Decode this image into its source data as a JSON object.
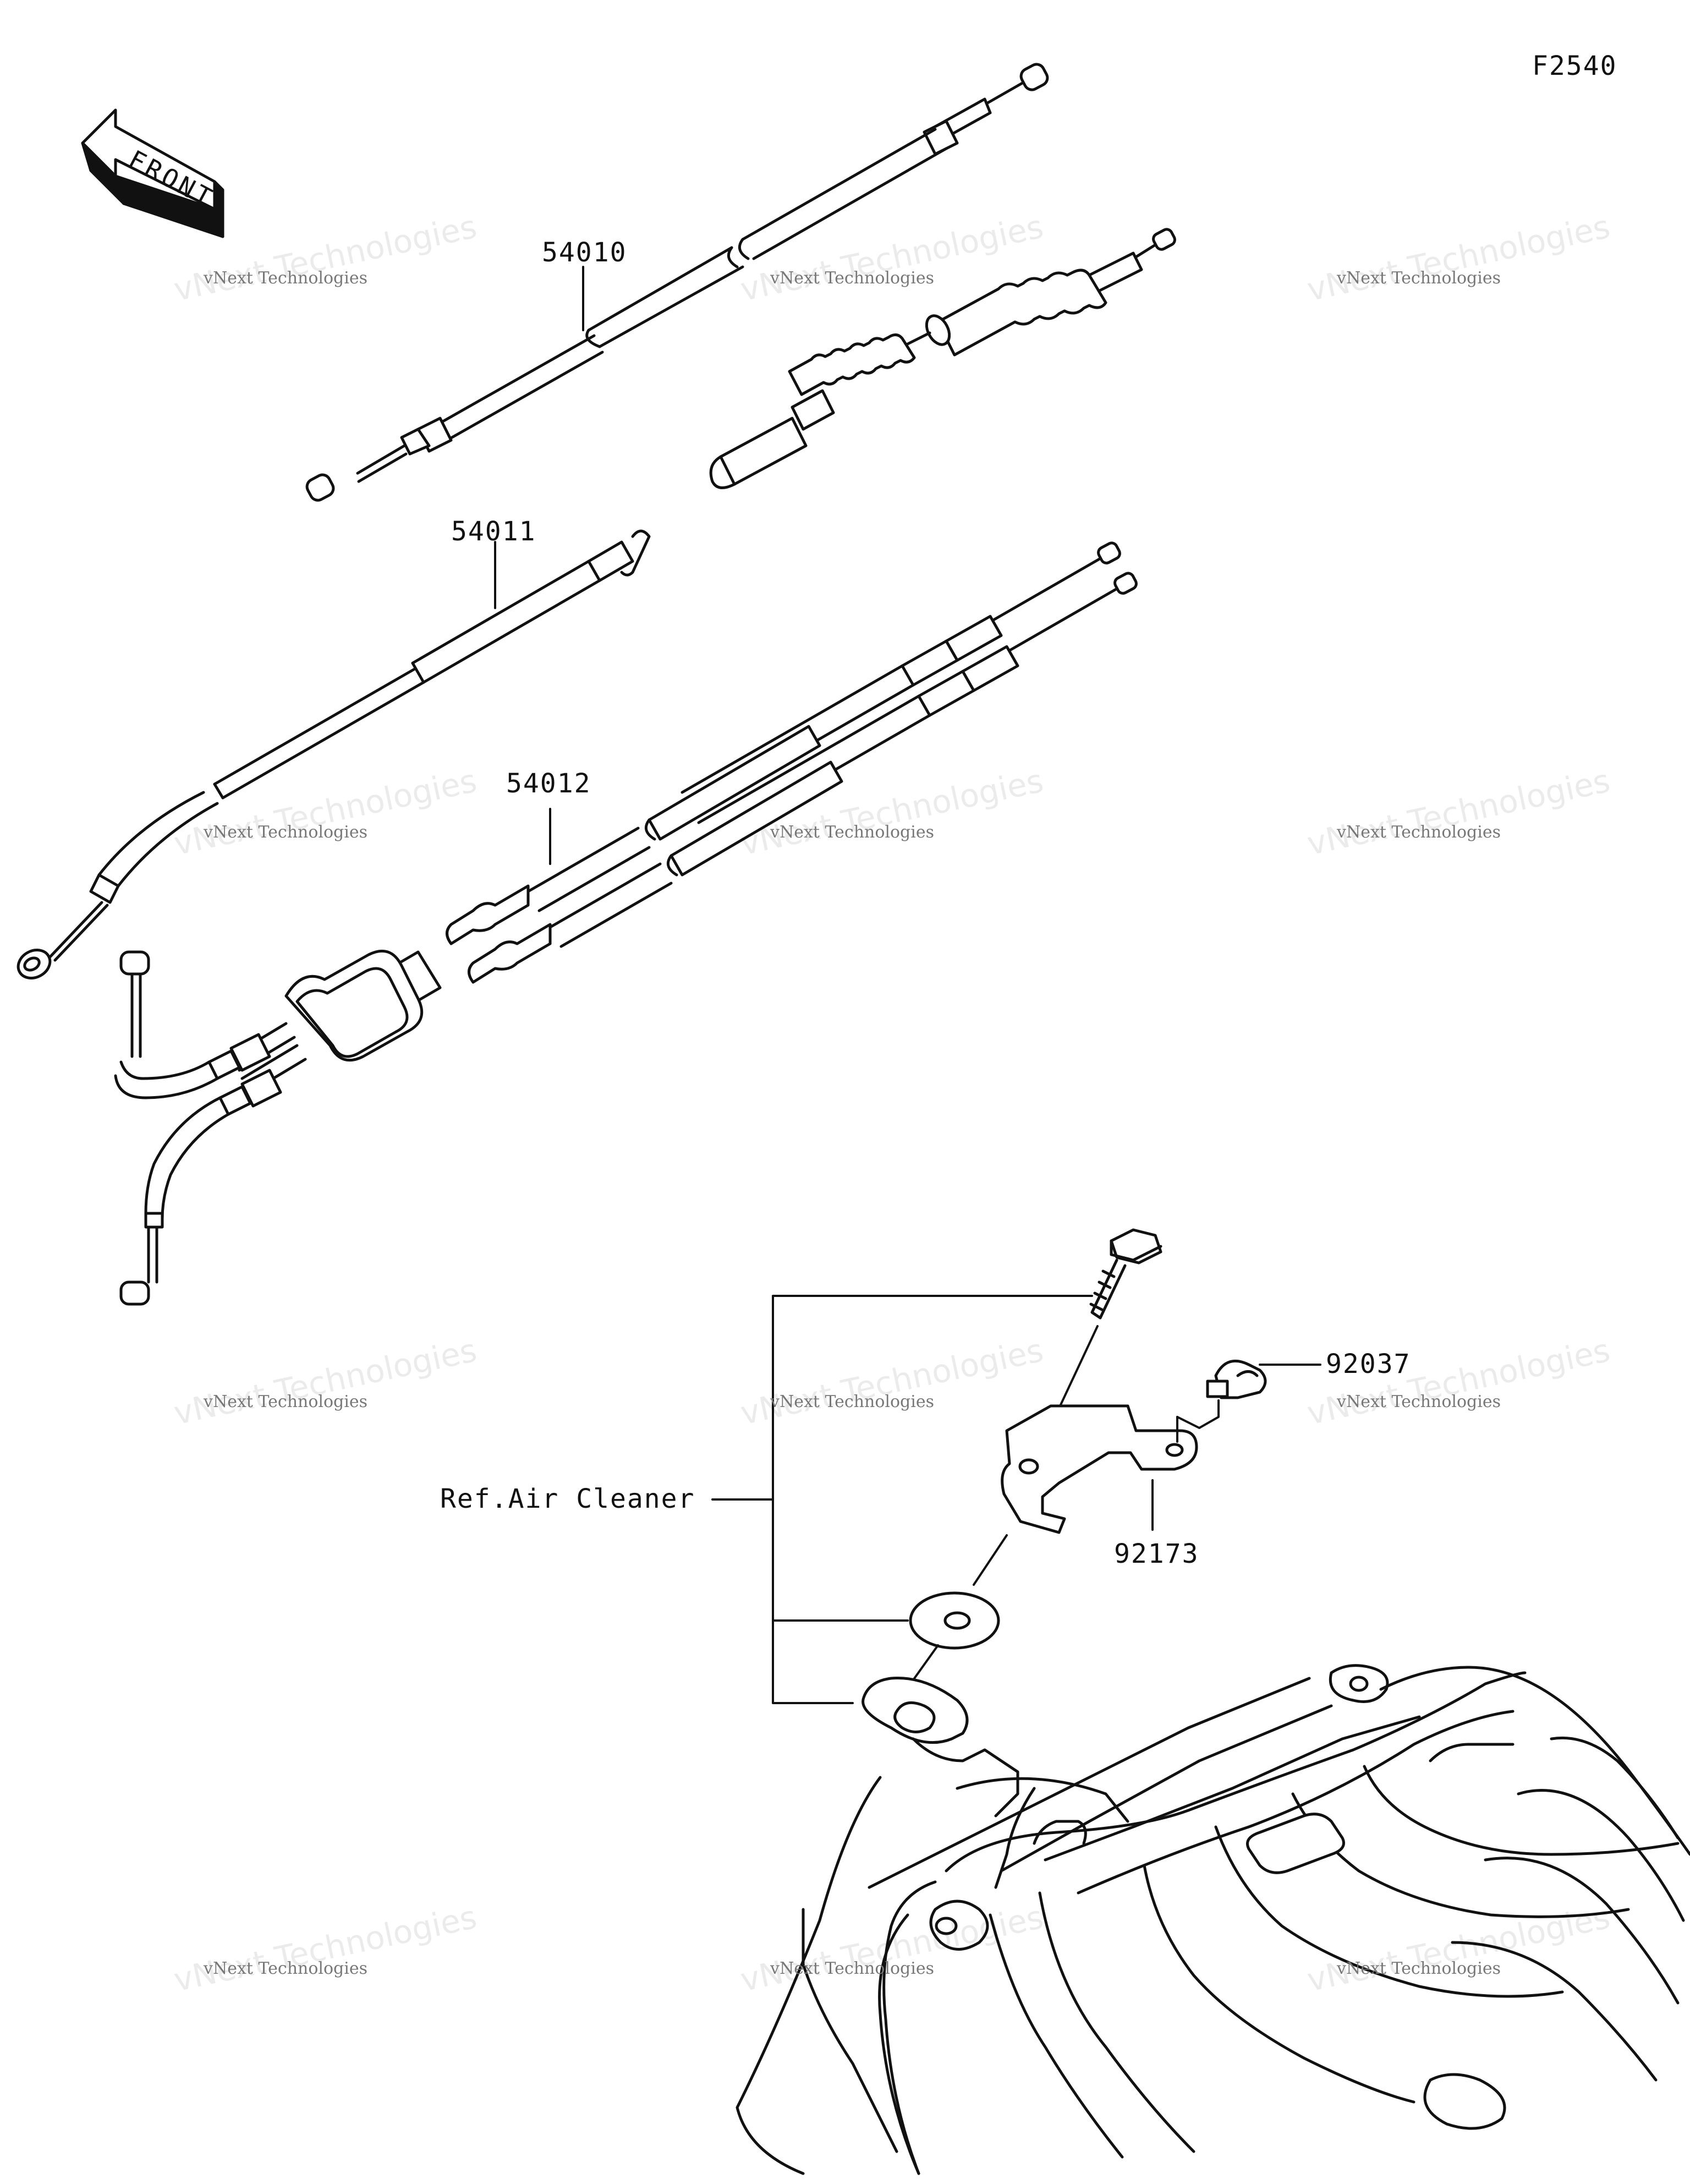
{
  "figure_id": "F2540",
  "front_label": "FRONT",
  "parts": {
    "p54010": "54010",
    "p54011": "54011",
    "p54012": "54012",
    "p92037": "92037",
    "p92173": "92173"
  },
  "ref_label": "Ref.Air Cleaner",
  "watermark": {
    "small": "vNext Technologies",
    "big": "vNext Technologies"
  }
}
